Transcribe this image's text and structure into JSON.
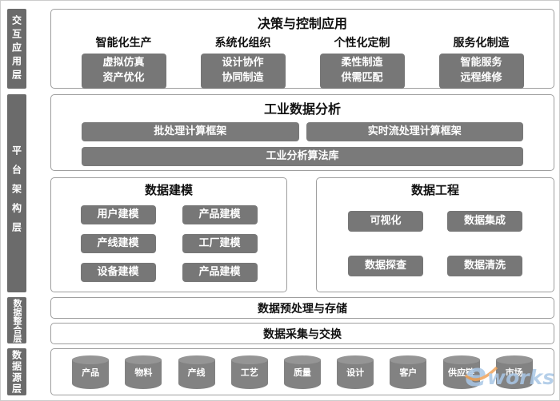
{
  "layers": [
    "交互应用层",
    "平台架构层",
    "数据整合层",
    "数据源层"
  ],
  "decision": {
    "title": "决策与控制应用",
    "columns": [
      {
        "heading": "智能化生产",
        "lines": [
          "虚拟仿真",
          "资产优化"
        ]
      },
      {
        "heading": "系统化组织",
        "lines": [
          "设计协作",
          "协同制造"
        ]
      },
      {
        "heading": "个性化定制",
        "lines": [
          "柔性制造",
          "供需匹配"
        ]
      },
      {
        "heading": "服务化制造",
        "lines": [
          "智能服务",
          "远程维修"
        ]
      }
    ]
  },
  "analysis": {
    "title": "工业数据分析",
    "frameworks": [
      "批处理计算框架",
      "实时流处理计算框架"
    ],
    "library": "工业分析算法库"
  },
  "modeling": {
    "title": "数据建模",
    "items": [
      "用户建模",
      "产品建模",
      "产线建模",
      "工厂建模",
      "设备建模",
      "产品建模"
    ]
  },
  "engineering": {
    "title": "数据工程",
    "items": [
      "可视化",
      "数据集成",
      "数据探查",
      "数据清洗"
    ]
  },
  "integration": {
    "storage": "数据预处理与存储",
    "exchange": "数据采集与交换"
  },
  "sources": {
    "items": [
      "产品",
      "物料",
      "产线",
      "工艺",
      "质量",
      "设计",
      "客户",
      "供应链",
      "市场"
    ]
  },
  "watermark": {
    "e": "e",
    "rest": "works"
  },
  "colors": {
    "layer_bar": "#6b6b6b",
    "button": "#777777",
    "bar": "#7a7a7a",
    "border": "#9e9e9e",
    "watermark_blue": "#a9c7e6",
    "watermark_orange": "#f0a35a"
  }
}
